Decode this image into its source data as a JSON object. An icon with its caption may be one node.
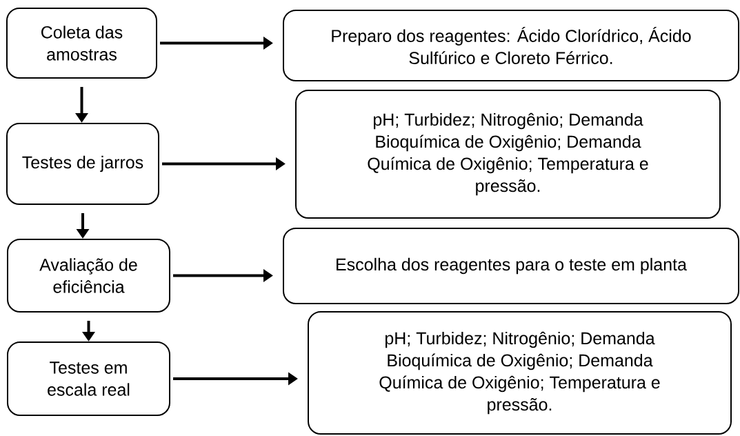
{
  "diagram": {
    "nodes": [
      {
        "text": [
          "Coleta das amostras"
        ]
      },
      {
        "text": [
          "Preparo dos reagentes: Ácido Clorídrico, Ácido Sulfúrico e Cloreto Férrico."
        ]
      },
      {
        "text": [
          "Testes de jarros"
        ]
      },
      {
        "text": [
          "pH; Turbidez; Nitrogênio; Demanda Bioquímica de Oxigênio; Demanda Química de Oxigênio; Temperatura e pressão."
        ]
      },
      {
        "text": [
          "Avaliação de eficiência"
        ]
      },
      {
        "text": [
          "Escolha dos reagentes para o teste em planta"
        ]
      },
      {
        "text": [
          "Testes em escala real"
        ]
      },
      {
        "text": [
          "pH; Turbidez; Nitrogênio; Demanda Bioquímica de Oxigênio; Demanda Química de Oxigênio; Temperatura e pressão."
        ]
      }
    ],
    "edges": [
      {
        "from": 0,
        "to": 1,
        "arrow": "to"
      },
      {
        "from": 0,
        "to": 2,
        "arrow": "to"
      },
      {
        "from": 2,
        "to": 3,
        "arrow": "to"
      },
      {
        "from": 2,
        "to": 4,
        "arrow": "to"
      },
      {
        "from": 4,
        "to": 5,
        "arrow": "to"
      },
      {
        "from": 4,
        "to": 6,
        "arrow": "to"
      },
      {
        "from": 6,
        "to": 7,
        "arrow": "to"
      }
    ]
  }
}
